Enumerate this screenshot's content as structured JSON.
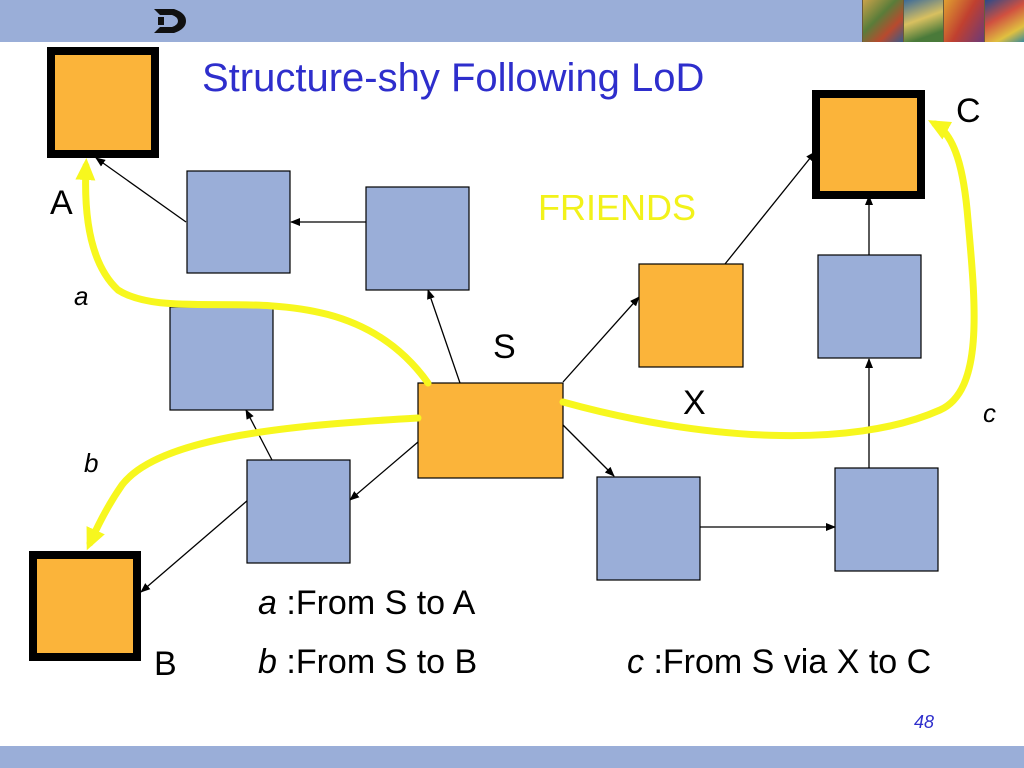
{
  "slide": {
    "title": "Structure-shy Following LoD",
    "friends_label": "FRIENDS",
    "page_number": "48"
  },
  "nodes": {
    "A": "A",
    "B": "B",
    "C": "C",
    "S": "S",
    "X": "X"
  },
  "paths": {
    "a": "a",
    "b": "b",
    "c": "c"
  },
  "captions": {
    "a_var": "a",
    "a_text": " :From S to A",
    "b_var": "b",
    "b_text": " :From S to B",
    "c_var": "c",
    "c_text": " :From S via X to C"
  },
  "colors": {
    "bar": "#9aaed8",
    "title": "#2e2ecc",
    "orange": "#fbb43a",
    "blue_box": "#9aaed8",
    "highlight": "#f7f71e"
  }
}
